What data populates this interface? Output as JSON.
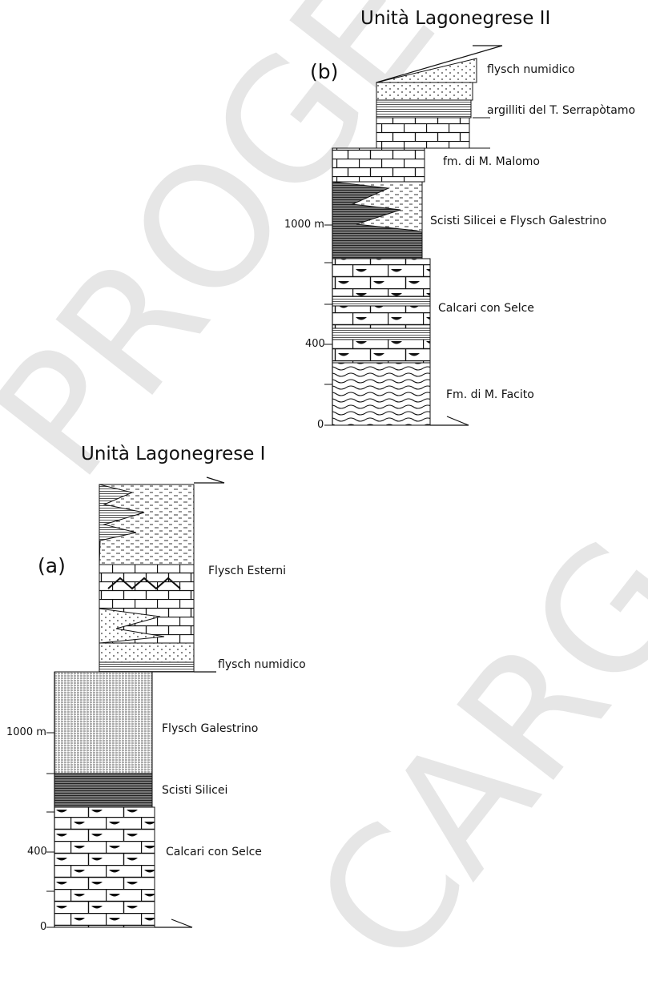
{
  "column_b": {
    "title": "Unità Lagonegrese II",
    "panel": "(b)",
    "scale": {
      "s1000": "1000 m",
      "s400": "400",
      "s0": "0"
    },
    "units": {
      "u1": "flysch numidico",
      "u2": "argilliti del T. Serrapòtamo",
      "u3": "fm. di M. Malomo",
      "u4": "Scisti Silicei e Flysch Galestrino",
      "u5": "Calcari con Selce",
      "u6": "Fm. di M. Facito"
    }
  },
  "column_a": {
    "title": "Unità Lagonegrese I",
    "panel": "(a)",
    "scale": {
      "s1000": "1000 m",
      "s400": "400",
      "s0": "0"
    },
    "units": {
      "u1": "Flysch Esterni",
      "u2": "flysch numidico",
      "u3": "Flysch Galestrino",
      "u4": "Scisti Silicei",
      "u5": "Calcari con Selce"
    }
  },
  "watermark": {
    "w1": "PROGETTO",
    "w2": "CARG"
  }
}
